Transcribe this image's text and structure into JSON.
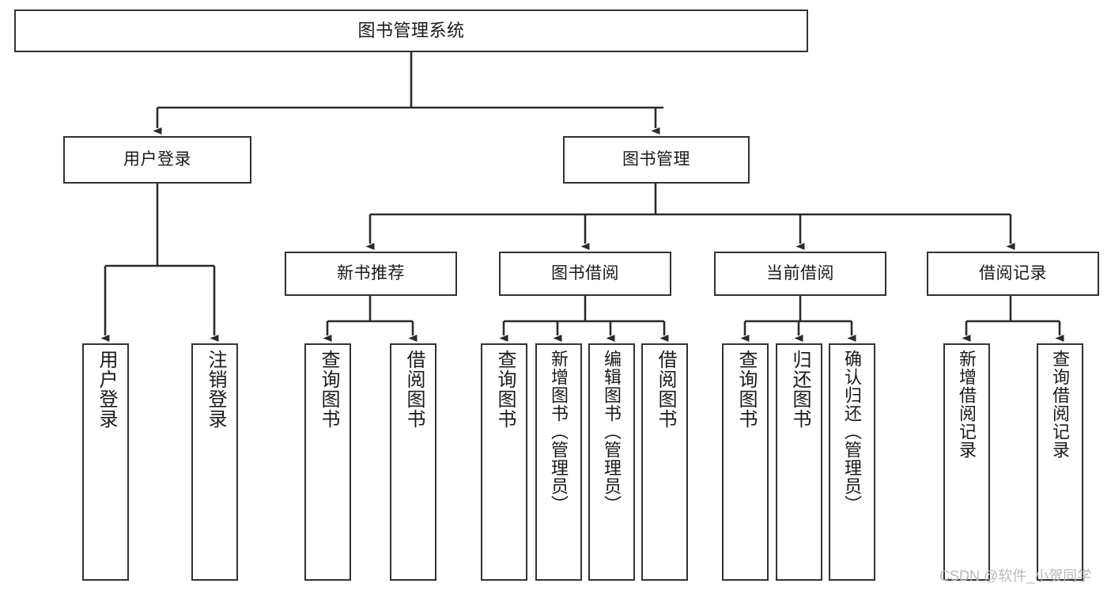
{
  "diagram": {
    "type": "tree-hierarchy",
    "title": "图书管理系统",
    "watermark": "CSDN @软件_小贺同学",
    "colors": {
      "border": "#333333",
      "background": "#ffffff",
      "text": "#1a1a1a",
      "watermark": "#b9b9b9"
    },
    "nodes": {
      "root": {
        "label": "图书管理系统",
        "level": 1
      },
      "level2": [
        {
          "id": "user-login",
          "label": "用户登录"
        },
        {
          "id": "book-manage",
          "label": "图书管理"
        }
      ],
      "level3": [
        {
          "id": "new-book-recommend",
          "label": "新书推荐",
          "parent": "book-manage"
        },
        {
          "id": "book-borrow",
          "label": "图书借阅",
          "parent": "book-manage"
        },
        {
          "id": "current-borrow",
          "label": "当前借阅",
          "parent": "book-manage"
        },
        {
          "id": "borrow-record",
          "label": "借阅记录",
          "parent": "book-manage"
        }
      ],
      "leaves": {
        "user-login": [
          {
            "id": "leaf-user-login",
            "label": "用户登录"
          },
          {
            "id": "leaf-user-logout",
            "label": "注销登录"
          }
        ],
        "new-book-recommend": [
          {
            "id": "leaf-query-book-1",
            "label": "查询图书"
          },
          {
            "id": "leaf-borrow-book-1",
            "label": "借阅图书"
          }
        ],
        "book-borrow": [
          {
            "id": "leaf-query-book-2",
            "label": "查询图书"
          },
          {
            "id": "leaf-add-book",
            "label": "新增图书（管理员）"
          },
          {
            "id": "leaf-edit-book",
            "label": "编辑图书（管理员）"
          },
          {
            "id": "leaf-borrow-book-2",
            "label": "借阅图书"
          }
        ],
        "current-borrow": [
          {
            "id": "leaf-query-book-3",
            "label": "查询图书"
          },
          {
            "id": "leaf-return-book",
            "label": "归还图书"
          },
          {
            "id": "leaf-confirm-return",
            "label": "确认归还（管理员）"
          }
        ],
        "borrow-record": [
          {
            "id": "leaf-add-record",
            "label": "新增借阅记录"
          },
          {
            "id": "leaf-query-record",
            "label": "查询借阅记录"
          }
        ]
      }
    }
  }
}
